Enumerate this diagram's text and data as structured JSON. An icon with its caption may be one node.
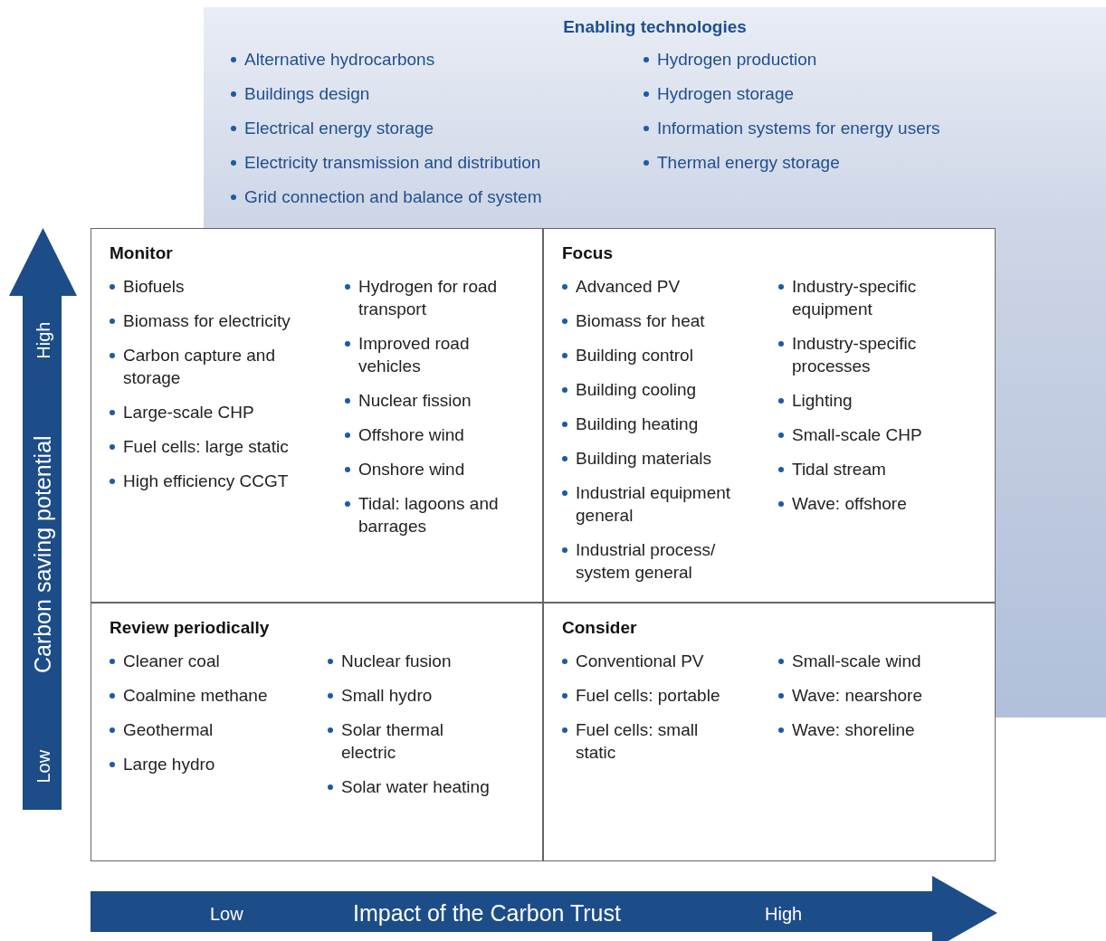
{
  "diagram": {
    "nodes": [
      {
        "text": [
          "Enabling technologies",
          "Alternative hydrocarbons",
          "Buildings design",
          "Electrical energy storage",
          "Electricity transmission and distribution",
          "Grid connection and balance of system",
          "Hydrogen production",
          "Hydrogen storage",
          "Information systems for energy users",
          "Thermal energy storage"
        ]
      },
      {
        "text": [
          "Monitor",
          "Biofuels",
          "Biomass for electricity",
          "Carbon capture and storage",
          "Large-scale CHP",
          "Fuel cells: large static",
          "High efficiency CCGT",
          "Hydrogen for road transport",
          "Improved road vehicles",
          "Nuclear fission",
          "Offshore wind",
          "Onshore wind",
          "Tidal: lagoons and barrages"
        ]
      },
      {
        "text": [
          "Focus",
          "Advanced PV",
          "Biomass for heat",
          "Building control",
          "Building cooling",
          "Building heating",
          "Building materials",
          "Industrial equipment general",
          "Industrial process/ system general",
          "Industry-specific equipment",
          "Industry-specific processes",
          "Lighting",
          "Small-scale CHP",
          "Tidal stream",
          "Wave: offshore"
        ]
      },
      {
        "text": [
          "Review periodically",
          "Cleaner coal",
          "Coalmine methane",
          "Geothermal",
          "Large hydro",
          "Nuclear fusion",
          "Small hydro",
          "Solar thermal electric",
          "Solar water heating"
        ]
      },
      {
        "text": [
          "Consider",
          "Conventional PV",
          "Fuel cells: portable",
          "Fuel cells: small static",
          "Small-scale wind",
          "Wave: nearshore",
          "Wave: shoreline"
        ]
      },
      {
        "text": [
          "Low",
          "Carbon saving potential",
          "High"
        ]
      },
      {
        "text": [
          "Low",
          "Impact of the Carbon Trust",
          "High"
        ]
      }
    ],
    "edges": []
  }
}
